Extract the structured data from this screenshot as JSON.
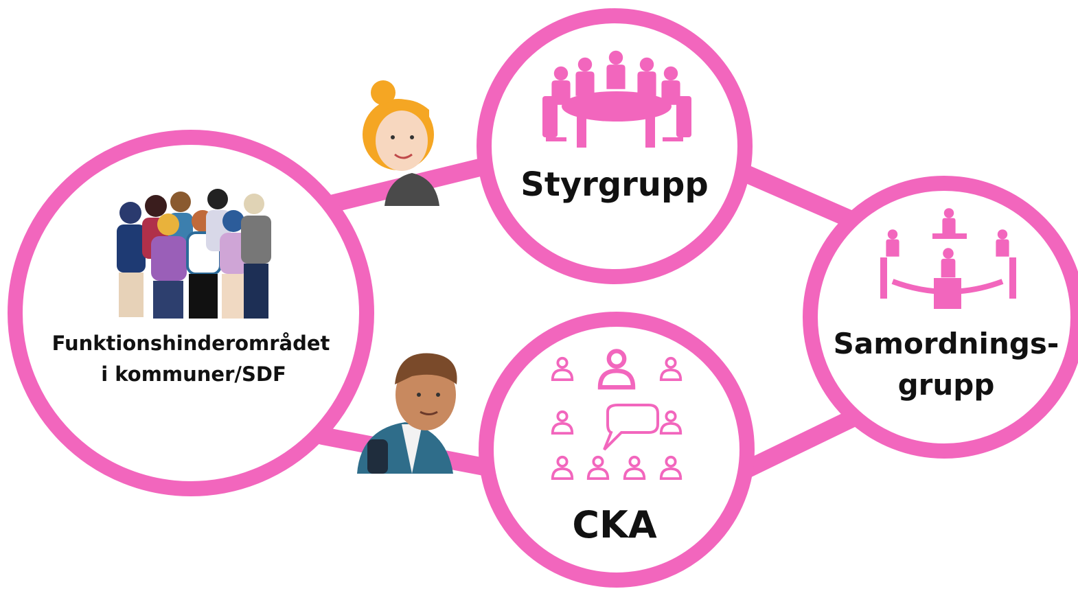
{
  "colors": {
    "accent": "#f266bd",
    "text": "#111111",
    "background": "#ffffff"
  },
  "nodes": {
    "funktion": {
      "label_line1": "Funktionshinderområdet",
      "label_line2": "i kommuner/SDF",
      "icon": "group-of-people-icon"
    },
    "styrgrupp": {
      "label": "Styrgrupp",
      "icon": "boardroom-meeting-icon"
    },
    "samordning": {
      "label_line1": "Samordnings-",
      "label_line2": "grupp",
      "icon": "round-table-meeting-icon"
    },
    "cka": {
      "label": "CKA",
      "icon": "community-discussion-icon"
    }
  },
  "connectors": [
    {
      "from": "funktion",
      "to": "styrgrupp",
      "avatar": "woman-avatar-icon"
    },
    {
      "from": "styrgrupp",
      "to": "samordning"
    },
    {
      "from": "samordning",
      "to": "cka"
    },
    {
      "from": "cka",
      "to": "funktion",
      "avatar": "man-avatar-icon"
    }
  ]
}
